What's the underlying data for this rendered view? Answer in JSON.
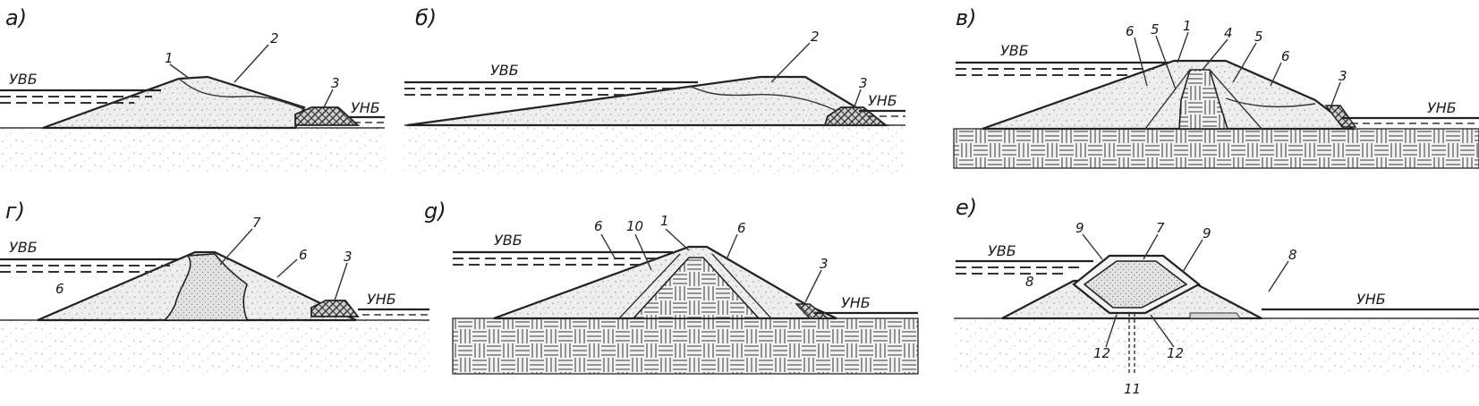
{
  "panels": [
    {
      "letter": "а)",
      "labels": {
        "n1": "1",
        "n2": "2",
        "n3": "3",
        "up": "УВБ",
        "down": "УНБ"
      }
    },
    {
      "letter": "б)",
      "labels": {
        "n2": "2",
        "n3": "3",
        "up": "УВБ",
        "down": "УНБ"
      }
    },
    {
      "letter": "в)",
      "labels": {
        "n1": "1",
        "n3": "3",
        "n4": "4",
        "n5a": "5",
        "n5b": "5",
        "n6a": "6",
        "n6b": "6",
        "up": "УВБ",
        "down": "УНБ"
      }
    },
    {
      "letter": "г)",
      "labels": {
        "n3": "3",
        "n6a": "6",
        "n6b": "6",
        "n7": "7",
        "up": "УВБ",
        "down": "УНБ"
      }
    },
    {
      "letter": "g)",
      "labels": {
        "n1": "1",
        "n3": "3",
        "n6a": "6",
        "n6b": "6",
        "n10": "10",
        "up": "УВБ",
        "down": "УНБ"
      }
    },
    {
      "letter": "е)",
      "labels": {
        "n7": "7",
        "n8a": "8",
        "n8b": "8",
        "n9a": "9",
        "n9b": "9",
        "n11": "11",
        "n12a": "12",
        "n12b": "12",
        "up": "УВБ",
        "down": "УНБ"
      }
    }
  ],
  "colors": {
    "ink": "#222222",
    "fill_body": "#ededed",
    "fill_core": "#dcdcdc",
    "background": "#ffffff"
  }
}
